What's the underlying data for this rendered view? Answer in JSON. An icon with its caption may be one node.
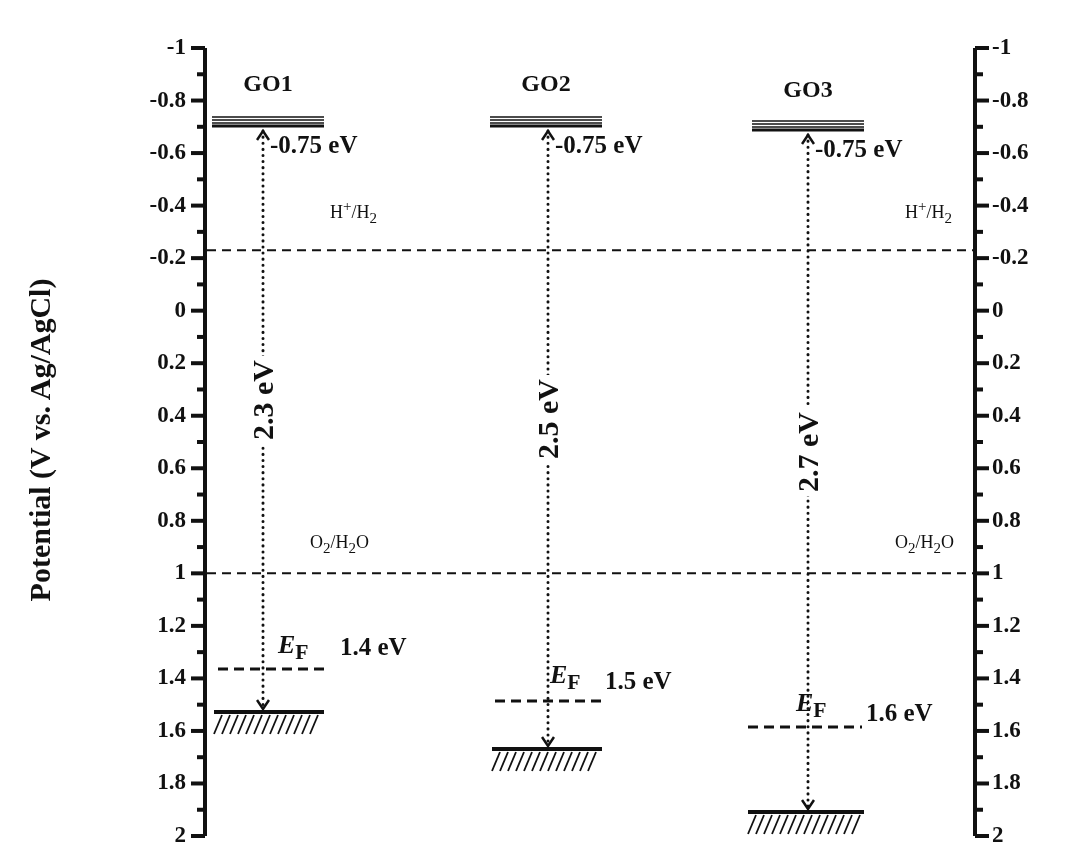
{
  "diagram": {
    "nodes": [
      {
        "text": [
          "GO1"
        ],
        "beside": [
          "-0.75 eV"
        ]
      },
      {
        "text": [
          "GO2"
        ],
        "beside": [
          "-0.75 eV"
        ]
      },
      {
        "text": [
          "GO3"
        ],
        "beside": [
          "-0.75 eV"
        ]
      },
      {
        "text": [],
        "shape": "bar"
      },
      {
        "text": [],
        "shape": "bar"
      },
      {
        "text": [],
        "shape": "bar"
      },
      {
        "text": [
          "*E*$_{F}$"
        ],
        "beside": [
          "1.4 eV"
        ]
      },
      {
        "text": [
          "*E*$_{F}$"
        ],
        "beside": [
          "1.5 eV"
        ]
      },
      {
        "text": [
          "*E*$_{F}$"
        ],
        "beside": [
          "1.6 eV"
        ]
      }
    ],
    "edges": [
      {
        "from": 0,
        "to": 3,
        "arrow": "both",
        "label": "2.3 eV"
      },
      {
        "from": 1,
        "to": 4,
        "arrow": "both",
        "label": "2.5 eV"
      },
      {
        "from": 2,
        "to": 5,
        "arrow": "both",
        "label": "2.7 eV"
      }
    ],
    "labels": [
      "Potential (V vs. Ag/AgCl)",
      "-1",
      "-0.8",
      "-0.6",
      "-0.4",
      "-0.2",
      "0",
      "0.2",
      "0.4",
      "0.6",
      "0.8",
      "1",
      "1.2",
      "1.4",
      "1.6",
      "1.8",
      "2",
      "-1",
      "-0.8",
      "-0.6",
      "-0.4",
      "-0.2",
      "0",
      "0.2",
      "0.4",
      "0.6",
      "0.8",
      "1",
      "1.2",
      "1.4",
      "1.6",
      "1.8",
      "2",
      "H$^{+}$/H$_{2}$",
      "H$^{+}$/H$_{2}$",
      "O$_{2}$/H$_{2}$O",
      "O$_{2}$/H$_{2}$O"
    ]
  }
}
